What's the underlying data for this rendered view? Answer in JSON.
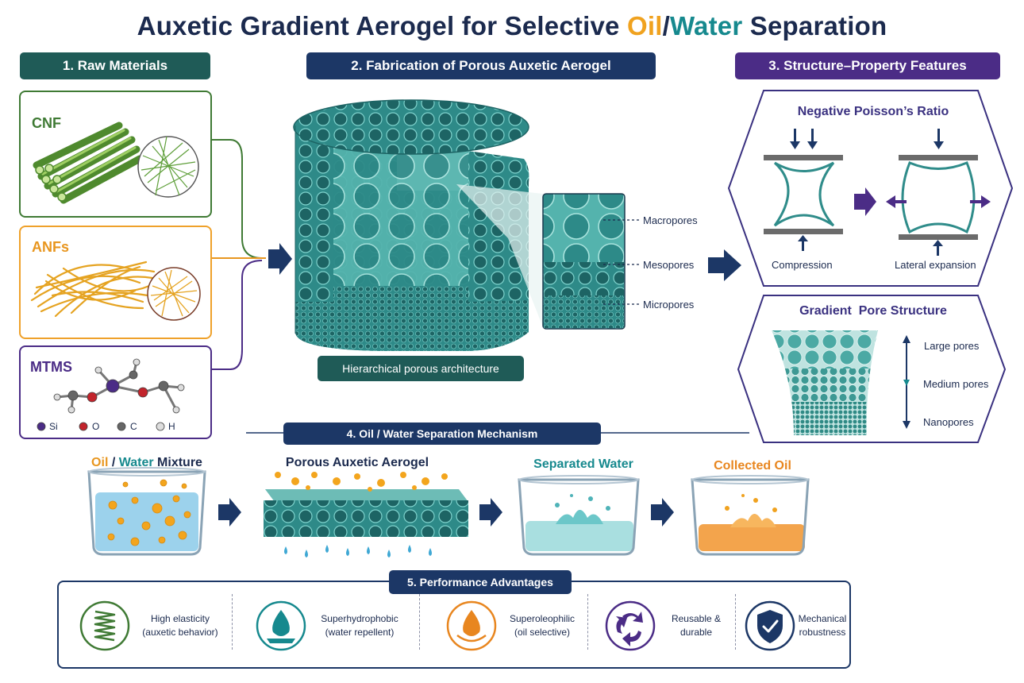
{
  "title": {
    "part1": "Auxetic Gradient Aerogel for Selective ",
    "oil": "Oil",
    "slash": "/",
    "water": "Water",
    "part2": " Separation"
  },
  "sections": {
    "raw_materials": "1. Raw Materials",
    "fabrication": "2. Fabrication of Porous Auxetic Aerogel",
    "structure": "3. Structure–Property Features",
    "mechanism": "4. Oil / Water Separation Mechanism",
    "performance": "5. Performance Advantages"
  },
  "materials": {
    "cnf": "CNF",
    "anf": "ANFs",
    "mtms": "MTMS"
  },
  "atom_legend": [
    "Si",
    "O",
    "C",
    "H"
  ],
  "pores": {
    "macro": "Macropores",
    "meso": "Mesopores",
    "micro": "Micropores"
  },
  "architecture_label": "Hierarchical porous architecture",
  "poisson": {
    "title": "Negative Poisson’s Ratio",
    "compression": "Compression",
    "lateral": "Lateral expansion"
  },
  "gradient": {
    "title": "Gradient  Pore Structure",
    "large": "Large pores",
    "medium": "Medium pores",
    "nano": "Nanopores"
  },
  "separation": {
    "mixture_oil": "Oil",
    "mixture_slash": " / ",
    "mixture_water": "Water",
    "mixture_rest": " Mixture",
    "aerogel": "Porous Auxetic Aerogel",
    "water": "Separated Water",
    "oil": "Collected Oil"
  },
  "advantages": [
    {
      "line1": "High elasticity",
      "line2": "(auxetic behavior)",
      "icon": "spring-icon",
      "color": "#3f7a34"
    },
    {
      "line1": "Superhydrophobic",
      "line2": "(water repellent)",
      "icon": "water-drop-icon",
      "color": "#16898e"
    },
    {
      "line1": "Superoleophilic",
      "line2": "(oil selective)",
      "icon": "oil-drop-icon",
      "color": "#e8861f"
    },
    {
      "line1": "Reusable &",
      "line2": "durable",
      "icon": "recycle-icon",
      "color": "#4b2c86"
    },
    {
      "line1": "Mechanical",
      "line2": "robustness",
      "icon": "shield-check-icon",
      "color": "#1c3766"
    }
  ],
  "colors": {
    "teal": "#16898e",
    "navy": "#1c3766",
    "green": "#3f7a34",
    "orange": "#e8961f",
    "purple": "#4b2c86"
  }
}
